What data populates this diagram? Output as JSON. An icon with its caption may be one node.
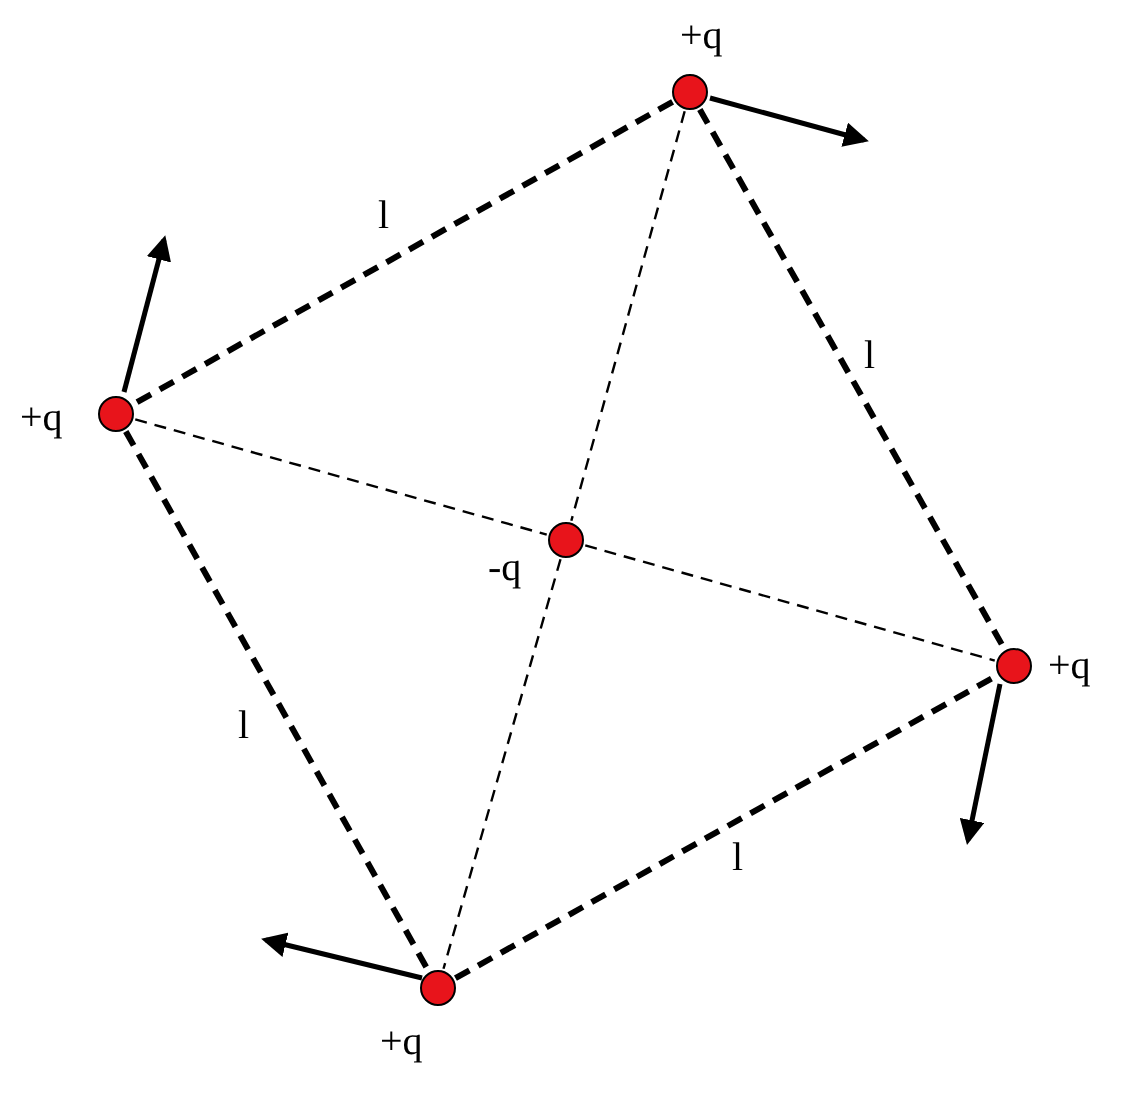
{
  "diagram": {
    "nodes": [
      {
        "text": [],
        "shape": "circle",
        "beside": [
          "+q"
        ]
      },
      {
        "text": [],
        "shape": "circle",
        "beside": [
          "+q"
        ]
      },
      {
        "text": [],
        "shape": "circle",
        "beside": [
          "-q"
        ]
      },
      {
        "text": [],
        "shape": "circle",
        "beside": [
          "+q"
        ]
      },
      {
        "text": [],
        "shape": "circle",
        "beside": [
          "+q"
        ]
      }
    ],
    "edges": [
      {
        "from": 0,
        "to": 1,
        "arrow": "none",
        "label": "l",
        "style": "dashed"
      },
      {
        "from": 0,
        "to": 3,
        "arrow": "none",
        "label": "l",
        "style": "dashed"
      },
      {
        "from": 1,
        "to": 4,
        "arrow": "none",
        "label": "l",
        "style": "dashed"
      },
      {
        "from": 4,
        "to": 3,
        "arrow": "none",
        "label": "l",
        "style": "dashed"
      },
      {
        "from": 0,
        "to": 2,
        "arrow": "none",
        "style": "dashed"
      },
      {
        "from": 1,
        "to": 2,
        "arrow": "none",
        "style": "dashed"
      },
      {
        "from": 2,
        "to": 3,
        "arrow": "none",
        "style": "dashed"
      },
      {
        "from": 2,
        "to": 4,
        "arrow": "none",
        "style": "dashed"
      }
    ]
  }
}
